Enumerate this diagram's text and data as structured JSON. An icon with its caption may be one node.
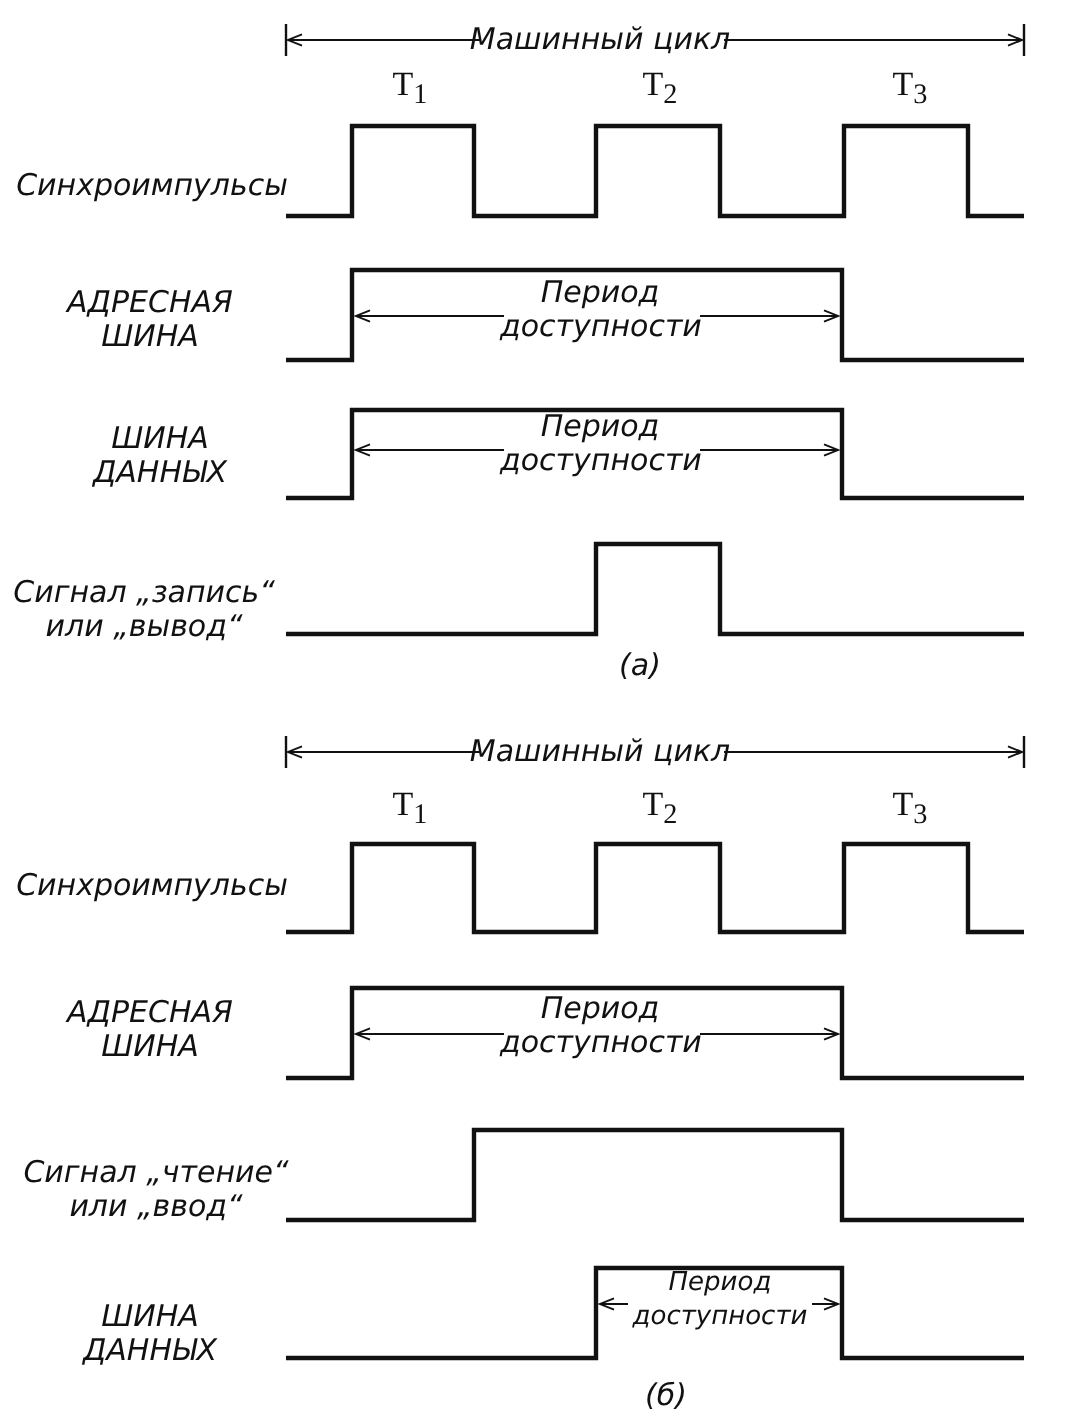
{
  "diagram": {
    "labels": [
      "Машинный цикл",
      "T$_{1}$",
      "T$_{2}$",
      "T$_{3}$",
      "Синхроимпульсы",
      "АДРЕСНАЯ ШИНА",
      "Период доступности",
      "ШИНА ДАННЫХ",
      "Период доступности",
      "Сигнал „запись“ или „вывод“",
      "(а)",
      "Машинный цикл",
      "T$_{1}$",
      "T$_{2}$",
      "T$_{3}$",
      "Синхроимпульсы",
      "АДРЕСНАЯ ШИНА",
      "Период доступности",
      "Сигнал „чтение“ или „ввод“",
      "ШИНА ДАННЫХ",
      "Период доступности",
      "(б)"
    ]
  }
}
